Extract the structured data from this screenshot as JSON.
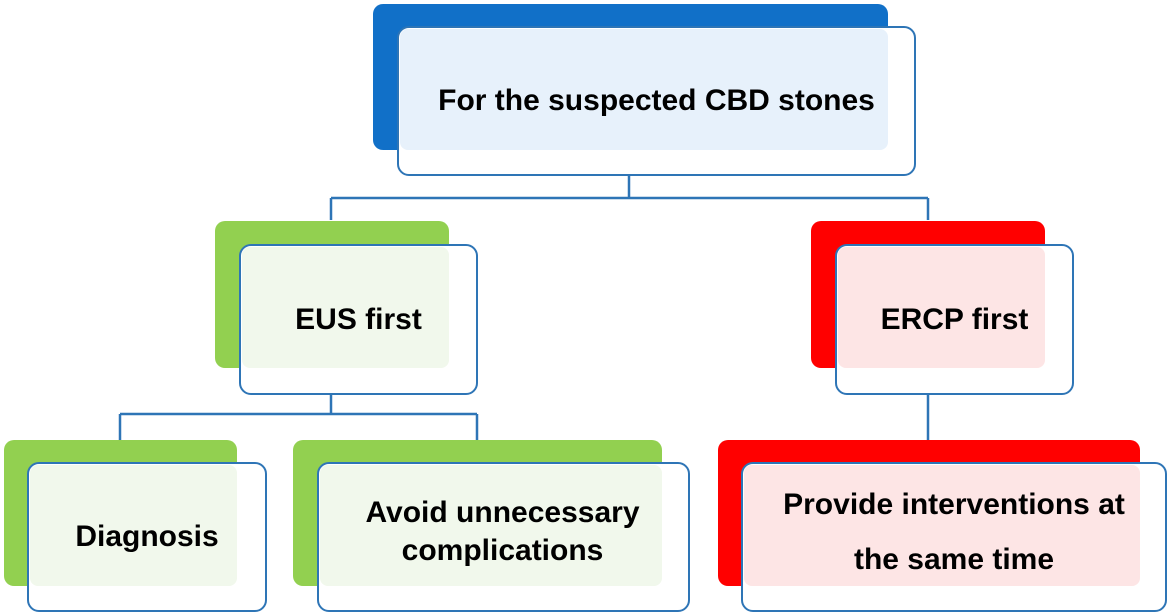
{
  "colors": {
    "root_accent": "#1170c8",
    "root_fill": "#e7f1fb",
    "eus_accent": "#92d050",
    "eus_fill": "#f1f8ec",
    "ercp_accent": "#ff0000",
    "ercp_fill": "#fde5e5",
    "border": "#2e75b6",
    "connector": "#2e75b6"
  },
  "diagram": {
    "root": {
      "label": "For the suspected CBD stones"
    },
    "left_branch": {
      "label": "EUS first",
      "children": [
        {
          "label": "Diagnosis"
        },
        {
          "label": "Avoid unnecessary complications"
        }
      ]
    },
    "right_branch": {
      "label": "ERCP first",
      "children": [
        {
          "label": "Provide interventions at the same time"
        }
      ]
    }
  }
}
